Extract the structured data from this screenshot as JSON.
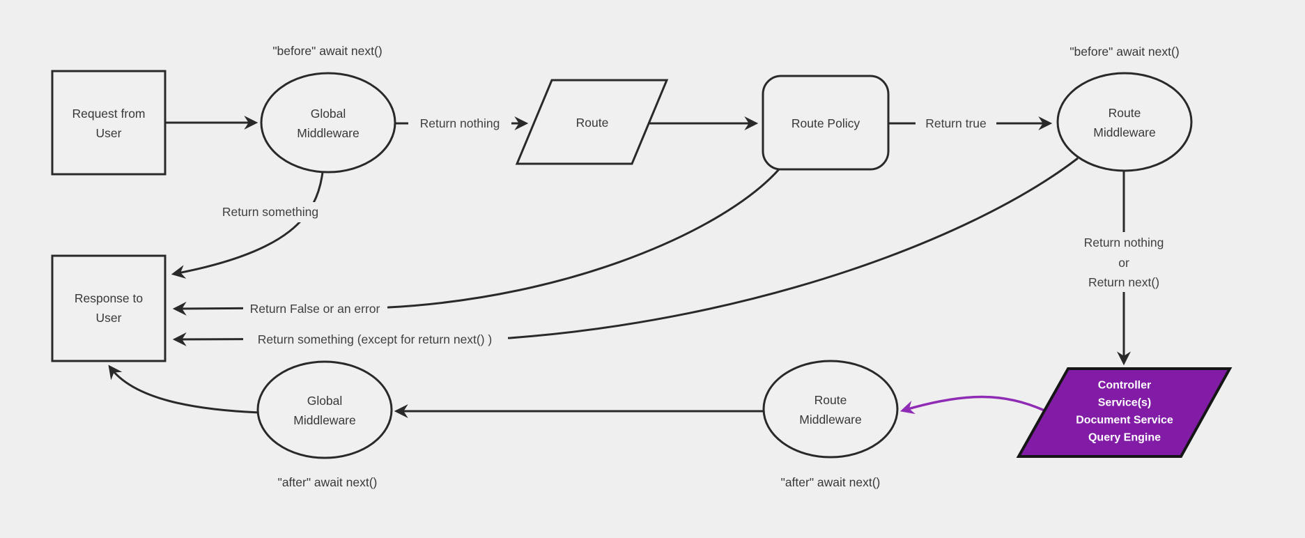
{
  "diagram": {
    "type": "flowchart",
    "colors": {
      "background": "#efefef",
      "node_fill": "#f0f0f0",
      "stroke": "#292929",
      "text": "#383838",
      "controller_fill": "#821ca6",
      "controller_text": "#ffffff",
      "purple_edge": "#8f2bb4"
    },
    "nodes": {
      "request": {
        "shape": "rectangle",
        "lines": [
          "Request from",
          "User"
        ]
      },
      "global_middleware_before": {
        "shape": "ellipse",
        "lines": [
          "Global",
          "Middleware"
        ]
      },
      "route": {
        "shape": "parallelogram",
        "lines": [
          "Route"
        ]
      },
      "route_policy": {
        "shape": "rounded-rectangle",
        "lines": [
          "Route Policy"
        ]
      },
      "route_middleware_before": {
        "shape": "ellipse",
        "lines": [
          "Route",
          "Middleware"
        ]
      },
      "controller_services": {
        "shape": "parallelogram",
        "lines": [
          "Controller",
          "Service(s)",
          "Document Service",
          "Query Engine"
        ]
      },
      "route_middleware_after": {
        "shape": "ellipse",
        "lines": [
          "Route",
          "Middleware"
        ]
      },
      "global_middleware_after": {
        "shape": "ellipse",
        "lines": [
          "Global",
          "Middleware"
        ]
      },
      "response": {
        "shape": "rectangle",
        "lines": [
          "Response to",
          "User"
        ]
      }
    },
    "annotations": {
      "before_await_global": "\"before\" await next()",
      "before_await_route": "\"before\" await next()",
      "after_await_global": "\"after\" await next()",
      "after_await_route": "\"after\" await next()"
    },
    "edge_labels": {
      "return_nothing": "Return nothing",
      "return_true": "Return true",
      "return_something": "Return something",
      "return_false_or_error": "Return False or an error",
      "return_something_except": "Return something (except for return next() )",
      "return_nothing_or": [
        "Return nothing",
        "or",
        "Return next()"
      ]
    }
  }
}
